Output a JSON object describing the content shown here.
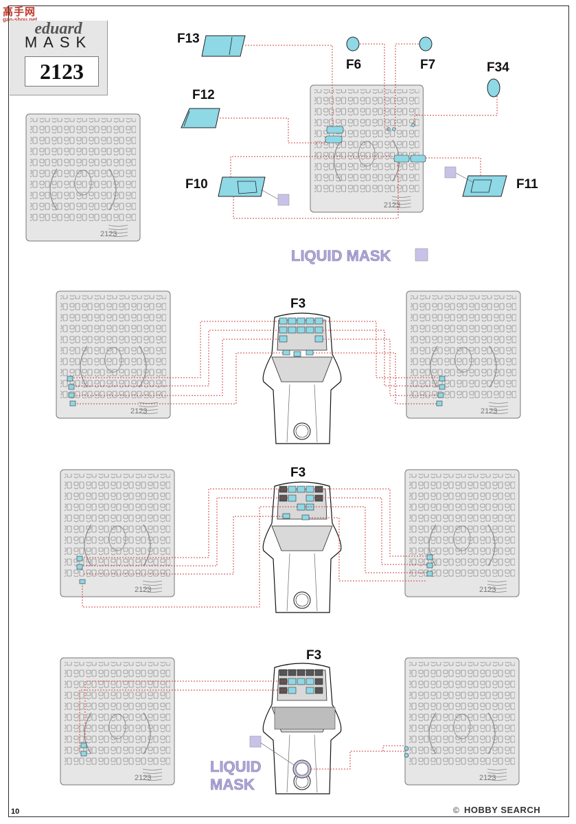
{
  "watermark": {
    "site": "高手网",
    "domain": "gao-shou.net"
  },
  "logo": {
    "brand": "eduard",
    "product": "MASK",
    "number": "2123"
  },
  "labels": {
    "f13": "F13",
    "f6": "F6",
    "f7": "F7",
    "f34": "F34",
    "f12": "F12",
    "f10": "F10",
    "f11": "F11",
    "f3_a": "F3",
    "f3_b": "F3",
    "f3_c": "F3"
  },
  "liquid_mask_top": "LIQUID MASK",
  "liquid_mask_bottom": {
    "line1": "LIQUID",
    "line2": "MASK"
  },
  "fret_number": "2123",
  "page_number": "10",
  "footer_brand": "HOBBY SEARCH",
  "colors": {
    "mask_fill": "#8fd8e6",
    "liquid_mask": "#c8c2e8",
    "leader_line": "#d24040",
    "fret_bg": "#e4e4e4"
  }
}
